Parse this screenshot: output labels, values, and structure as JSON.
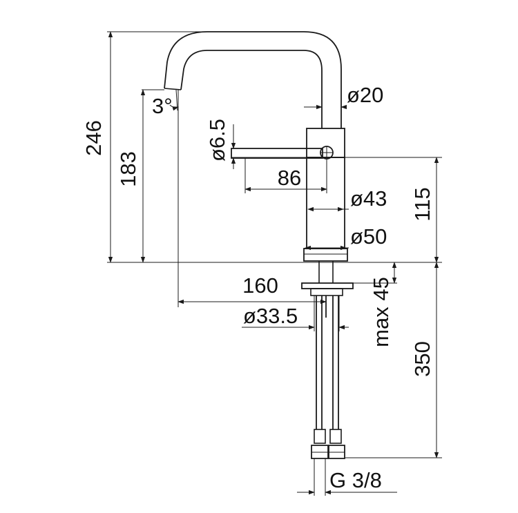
{
  "dimensions": {
    "overall_height": "246",
    "spout_height": "183",
    "spout_angle": "3°",
    "spout_diameter": "ø20",
    "handle_diameter": "ø6.5",
    "handle_length": "86",
    "body_diameter": "ø43",
    "body_height": "115",
    "base_diameter": "ø50",
    "spout_reach": "160",
    "shank_diameter": "ø33.5",
    "max_thickness": "max 45",
    "hose_length": "350",
    "connection_thread": "G 3/8"
  }
}
